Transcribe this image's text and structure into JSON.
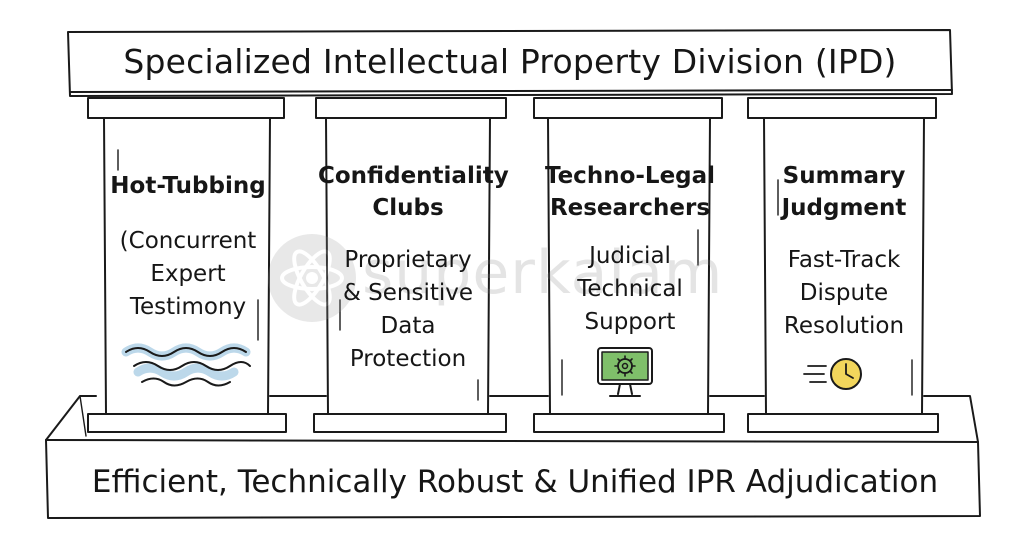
{
  "banner": {
    "title": "Specialized Intellectual Property Division (IPD)"
  },
  "pillars": [
    {
      "heading_lines": [
        "Hot-Tubbing"
      ],
      "body_lines": [
        "(Concurrent",
        "Expert",
        "Testimony"
      ],
      "icon": "water-waves-icon"
    },
    {
      "heading_lines": [
        "Confidentiality",
        "Clubs"
      ],
      "body_lines": [
        "Proprietary",
        "& Sensitive",
        "Data",
        "Protection"
      ],
      "icon": ""
    },
    {
      "heading_lines": [
        "Techno-Legal",
        "Researchers"
      ],
      "body_lines": [
        "Judicial",
        "Technical",
        "Support"
      ],
      "icon": "computer-gear-icon"
    },
    {
      "heading_lines": [
        "Summary",
        "Judgment"
      ],
      "body_lines": [
        "Fast-Track",
        "Dispute",
        "Resolution"
      ],
      "icon": "fast-clock-icon"
    }
  ],
  "base": {
    "title": "Efficient, Technically Robust & Unified IPR Adjudication"
  },
  "watermark": {
    "text": "superkalam"
  },
  "colors": {
    "ink": "#1a1a1a",
    "water": "#bcd8ea",
    "screen": "#7fbf6a",
    "clock": "#f2d65c"
  }
}
